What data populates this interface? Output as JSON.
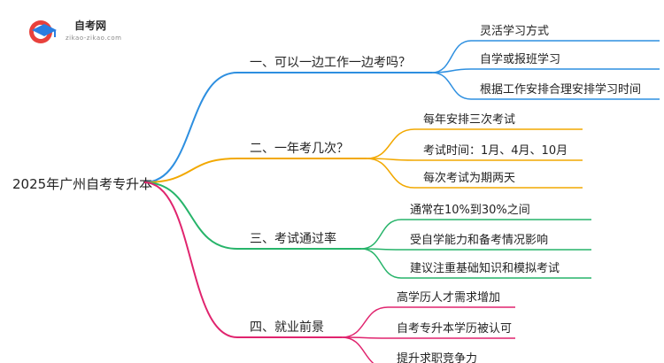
{
  "logo": {
    "name": "自考网",
    "url": "zikao-zikao.com"
  },
  "colors": {
    "branch1": "#2d8fe0",
    "branch2": "#f2a800",
    "branch3": "#27b46a",
    "branch4": "#e0246e",
    "logo_red": "#e8413c",
    "logo_blue": "#2a7de1"
  },
  "root": {
    "label": "2025年广州自考专升本"
  },
  "branches": [
    {
      "label": "一、可以一边工作一边考吗？",
      "children": [
        "灵活学习方式",
        "自学或报班学习",
        "根据工作安排合理安排学习时间"
      ]
    },
    {
      "label": "二、一年考几次？",
      "children": [
        "每年安排三次考试",
        "考试时间：1月、4月、10月",
        "每次考试为期两天"
      ]
    },
    {
      "label": "三、考试通过率",
      "children": [
        "通常在10%到30%之间",
        "受自学能力和备考情况影响",
        "建议注重基础知识和模拟考试"
      ]
    },
    {
      "label": "四、就业前景",
      "children": [
        "高学历人才需求增加",
        "自考专升本学历被认可",
        "提升求职竞争力"
      ]
    }
  ]
}
